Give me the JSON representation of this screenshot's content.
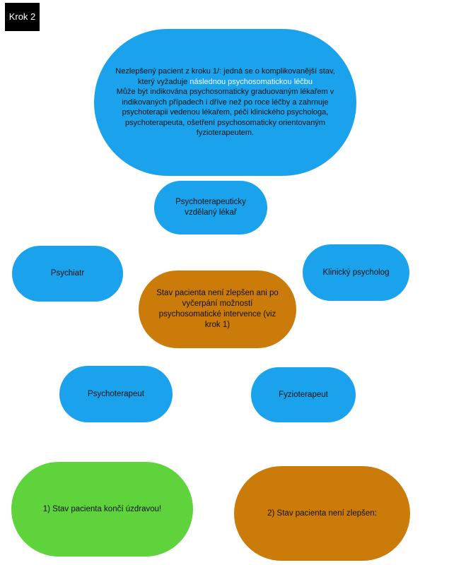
{
  "step_label": "Krok 2",
  "top_node": {
    "text_before": "Nezlepšený pacient z kroku 1/: jedná se o komplikovanější stav, který vyžaduje ",
    "highlight": "následnou psychosomatickou léčbu",
    "text_after": "Může být indikována psychosomaticky graduovaným lékařem v indikovaných případech i dříve než po roce léčby a zahrnuje psychoterapii vedenou lékařem, péči klinického psychologa, psychoterapeuta, ošetření psychosomaticky orientovaným fyzioterapeutem.",
    "highlight_color": "#ffffff"
  },
  "nodes": {
    "psychoterapeuticky_lekar": "Psychoterapeuticky vzdělaný lékař",
    "psychiatr": "Psychiatr",
    "klinicky_psycholog": "Klinický psycholog",
    "center": "Stav pacienta není zlepšen ani po vyčerpání možností psychosomatické intervence (viz krok 1)",
    "psychoterapeut": "Psychoterapeut",
    "fyzioterapeut": "Fyzioterapeut"
  },
  "outcomes": {
    "improved": "1) Stav pacienta končí úzdravou!",
    "not_improved": "2) Stav pacienta není zlepšen:"
  },
  "colors": {
    "blue": "#1aa3ec",
    "orange": "#cb7b0a",
    "green": "#5fd33c",
    "badge": "#000000"
  }
}
